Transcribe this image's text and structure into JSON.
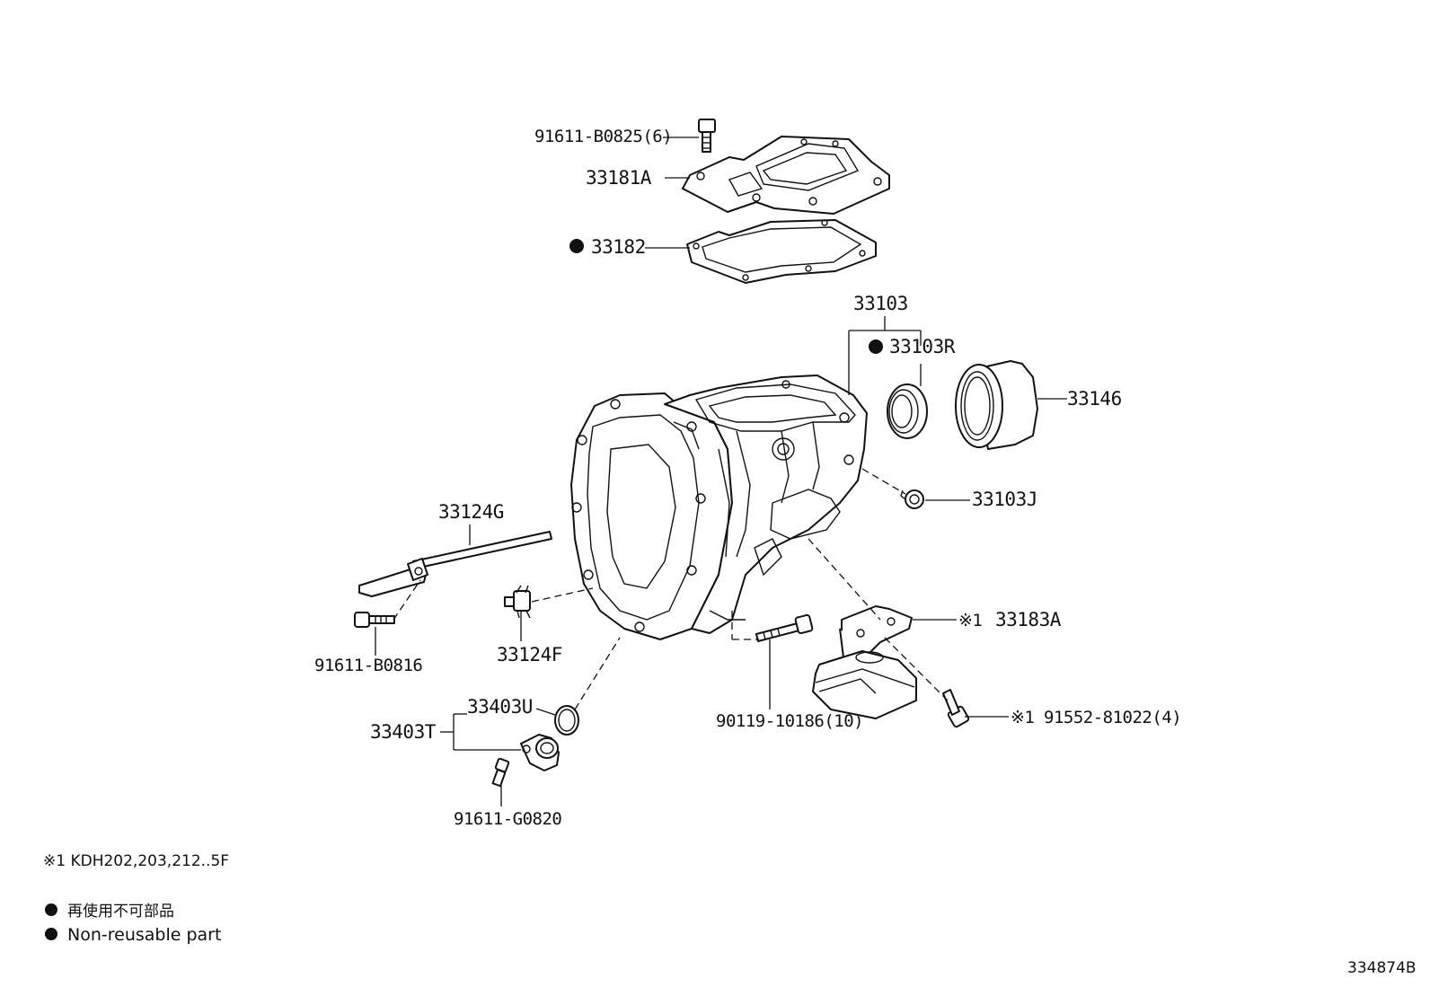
{
  "parts": {
    "p1": "91611-B0825(6)",
    "p2": "33181A",
    "p3": "33182",
    "p4": "33103",
    "p5": "33103R",
    "p6": "33146",
    "p7": "33103J",
    "p8": "33124G",
    "p9": "91611-B0816",
    "p10": "33124F",
    "p11": "33183A",
    "p12": "33403U",
    "p13": "33403T",
    "p14": "90119-10186(10)",
    "p15": "91552-81022(4)",
    "p16": "91611-G0820"
  },
  "marks": {
    "ref1": "※1"
  },
  "notes": {
    "ref1_line": "※1  KDH202,203,212..5F",
    "bullet_jp": "再使用不可部品",
    "bullet_en": "Non-reusable part"
  },
  "diagram_id": "334874B"
}
